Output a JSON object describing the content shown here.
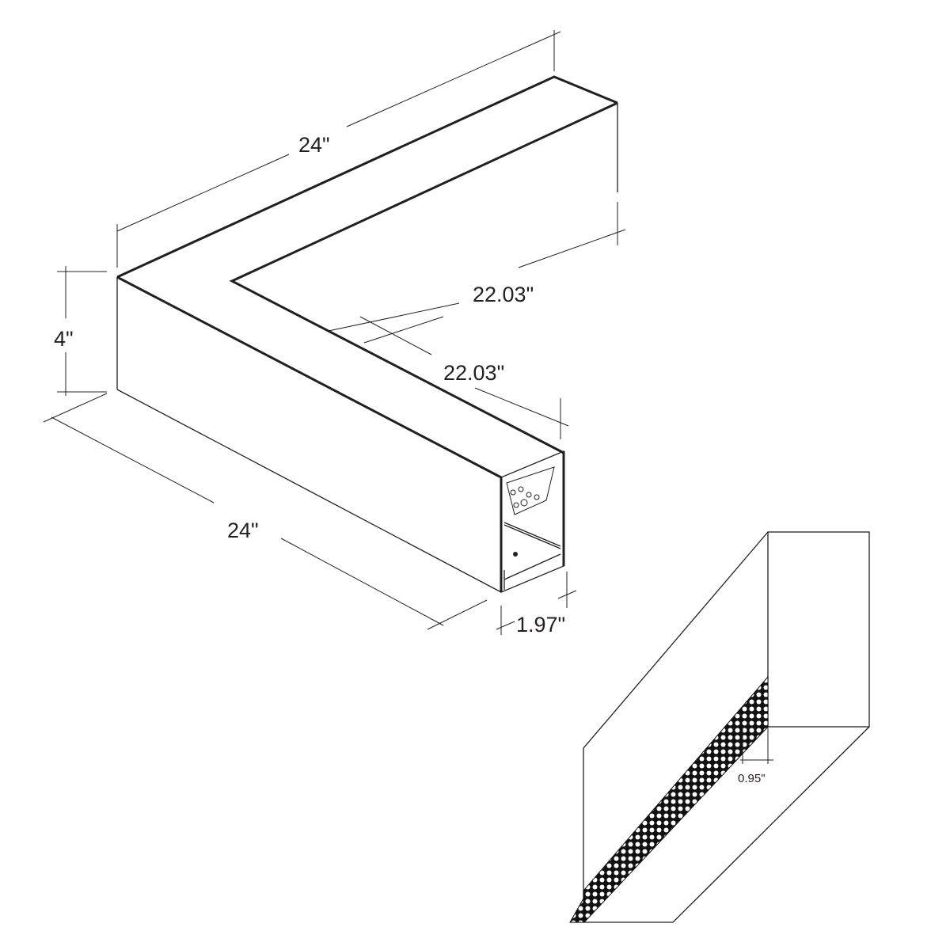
{
  "diagram": {
    "main_view": {
      "dimensions": {
        "outer_length_top": "24\"",
        "inner_length_upper": "22.03\"",
        "inner_length_lower": "22.03\"",
        "height": "4\"",
        "outer_length_bottom": "24\"",
        "width": "1.97\""
      }
    },
    "detail_view": {
      "dimensions": {
        "perforated_lens_width": "0.95\""
      }
    },
    "colors": {
      "line": "#231f20",
      "background": "#ffffff"
    }
  }
}
